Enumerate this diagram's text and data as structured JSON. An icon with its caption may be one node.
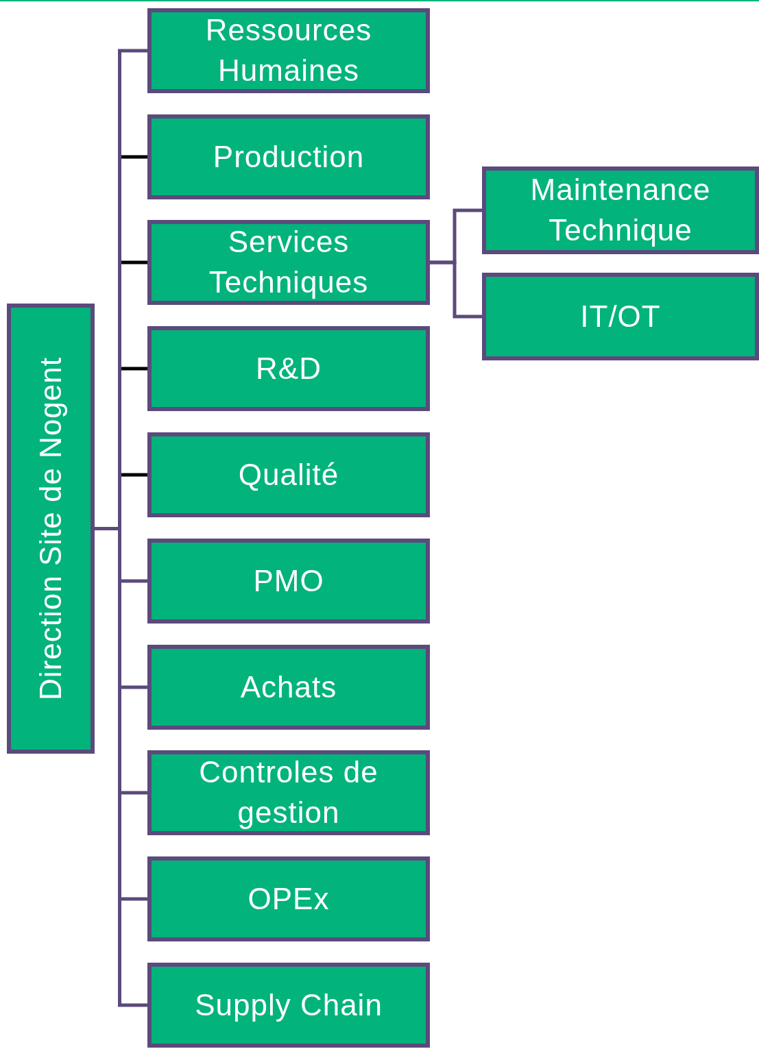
{
  "diagram": {
    "nodes": [
      {
        "text": [
          "Direction Site de Nogent"
        ]
      },
      {
        "text": [
          "Ressources Humaines"
        ]
      },
      {
        "text": [
          "Production"
        ]
      },
      {
        "text": [
          "Services Techniques"
        ]
      },
      {
        "text": [
          "R&D"
        ]
      },
      {
        "text": [
          "Qualité"
        ]
      },
      {
        "text": [
          "PMO"
        ]
      },
      {
        "text": [
          "Achats"
        ]
      },
      {
        "text": [
          "Controles de gestion"
        ]
      },
      {
        "text": [
          "OPEx"
        ]
      },
      {
        "text": [
          "Supply Chain"
        ]
      },
      {
        "text": [
          "Maintenance Technique"
        ]
      },
      {
        "text": [
          "IT/OT"
        ]
      }
    ],
    "edges": [
      {
        "from": 0,
        "to": 1,
        "arrow": "none"
      },
      {
        "from": 0,
        "to": 2,
        "arrow": "none",
        "color": "#000000"
      },
      {
        "from": 0,
        "to": 3,
        "arrow": "none",
        "color": "#000000"
      },
      {
        "from": 0,
        "to": 4,
        "arrow": "none",
        "color": "#000000"
      },
      {
        "from": 0,
        "to": 5,
        "arrow": "none",
        "color": "#000000"
      },
      {
        "from": 0,
        "to": 6,
        "arrow": "none"
      },
      {
        "from": 0,
        "to": 7,
        "arrow": "none"
      },
      {
        "from": 0,
        "to": 8,
        "arrow": "none"
      },
      {
        "from": 0,
        "to": 9,
        "arrow": "none"
      },
      {
        "from": 0,
        "to": 10,
        "arrow": "none"
      },
      {
        "from": 3,
        "to": 11,
        "arrow": "none"
      },
      {
        "from": 3,
        "to": 12,
        "arrow": "none"
      }
    ]
  }
}
